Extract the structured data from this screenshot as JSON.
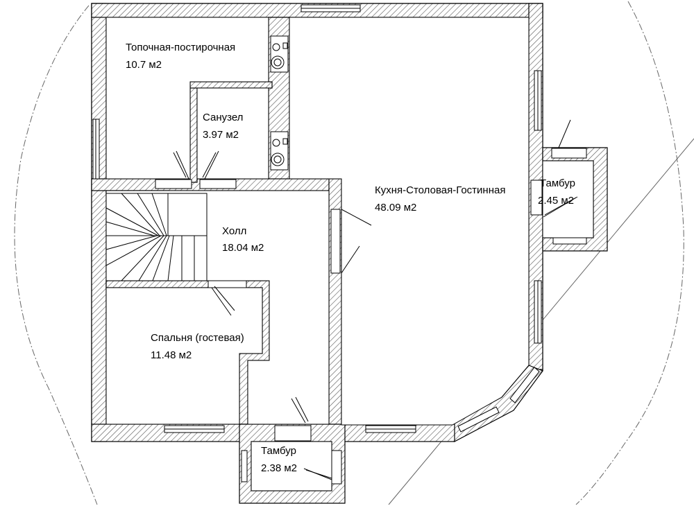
{
  "rooms": [
    {
      "name": "Топочная-постирочная",
      "area": "10.7 м2"
    },
    {
      "name": "Санузел",
      "area": "3.97 м2"
    },
    {
      "name": "Холл",
      "area": "18.04 м2"
    },
    {
      "name": "Кухня-Столовая-Гостинная",
      "area": "48.09 м2"
    },
    {
      "name": "Тамбур",
      "area": "2.45 м2"
    },
    {
      "name": "Спальня (гостевая)",
      "area": "11.48 м2"
    },
    {
      "name": "Тамбур",
      "area": "2.38 м2"
    }
  ],
  "colors": {
    "wall_hatch": "#555555",
    "line": "#000000",
    "guide": "#666666",
    "background": "#ffffff"
  }
}
